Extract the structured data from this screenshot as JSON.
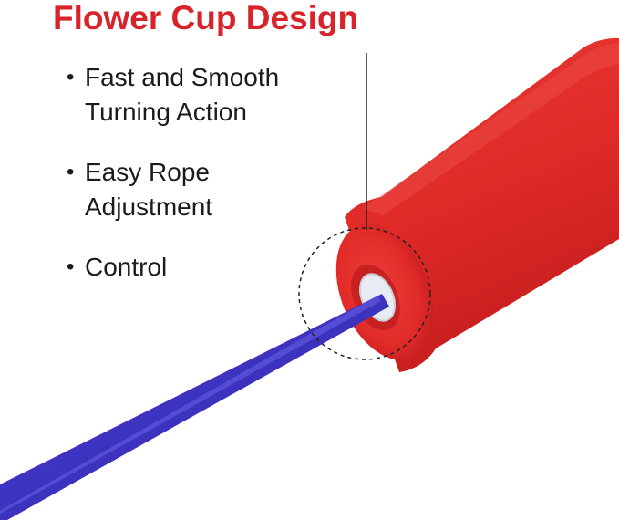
{
  "headline": {
    "text": "Flower Cup Design"
  },
  "features": [
    {
      "bullet": "•",
      "text": "Fast and Smooth Turning Action"
    },
    {
      "bullet": "•",
      "text": "Easy Rope Adjustment"
    },
    {
      "bullet": "•",
      "text": "Control"
    }
  ],
  "colors": {
    "headline": "#d8232a",
    "text": "#1b1b1b",
    "handle": "#e02a29",
    "rope": "#3a2fc2",
    "bearing": "#e8ecf2",
    "callout": "#222222"
  },
  "icons": {
    "handle": "jump-rope-handle-illustration",
    "rope": "jump-rope-cable-illustration",
    "callout": "dashed-callout-circle"
  }
}
